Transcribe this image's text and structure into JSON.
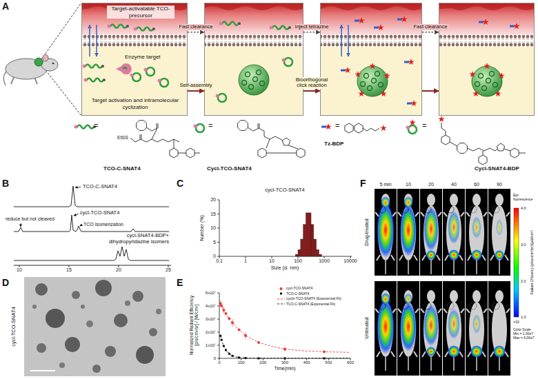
{
  "diagram": {
    "nodes": [
      {
        "text": [
          "Target-activatable TCO-precursor",
          "Enzyme target",
          "Target activation and intramolecular cyclization"
        ]
      },
      {
        "text": []
      },
      {
        "text": []
      },
      {
        "text": []
      }
    ],
    "edges": [
      {
        "from": 0,
        "to": 1,
        "label": "Fast clearance",
        "arrow": "to"
      },
      {
        "from": 1,
        "to": 2,
        "label": "Inject tetrazine",
        "arrow": "to"
      },
      {
        "from": 2,
        "to": 3,
        "label": "Fast clearance",
        "arrow": "to"
      },
      {
        "from": 0,
        "to": 1,
        "label": "Self-assembly",
        "arrow": "to"
      },
      {
        "from": 1,
        "to": 2,
        "label": "Bioorthogonal click reaction",
        "arrow": "to"
      },
      {
        "from": 2,
        "to": 3,
        "arrow": "to"
      }
    ],
    "labels": [
      "A",
      "EtSS",
      "=",
      "TCO-C-SNAT4",
      "=",
      "Cycl-TCO-SNAT4",
      "=",
      "Tz-BDP",
      "=",
      "Cycl-SNAT4-BDP",
      "B",
      "TCO-C-SNAT4",
      "cycl-TCO-SNAT4",
      "reduce but not cleaved",
      "TCO isomerization",
      "cycl-SNAT4-BDP+ dihydropyridazine isomers",
      "10",
      "15",
      "20",
      "25",
      "C",
      "cycl-TCO-SNAT4",
      "Number (%)",
      "0",
      "5",
      "10",
      "15",
      "20",
      "0.1",
      "1",
      "10",
      "100",
      "1000",
      "10000",
      "Size (d. nm)",
      "D",
      "cycl-TCO-SNAT4",
      "E",
      "Normalized Radiant Efficiency [p/s/cm²/sr] / [W/cm²]",
      "0",
      "1x10⁷",
      "2x10⁷",
      "3x10⁷",
      "4x10⁷",
      "5x10⁷",
      "0",
      "100",
      "200",
      "300",
      "400",
      "500",
      "600",
      "Time(min)",
      "F",
      "5 min",
      "10",
      "20",
      "40",
      "60",
      "90",
      "Drug-treated",
      "Untreated",
      "Epi-fluorescence",
      "4.0",
      "3.0",
      "2.0",
      "1.0",
      "×10⁷",
      "Radiant Efficiency (p/sec/cm²/sr)/(µW/cm²)",
      "Color Scale Min = 1.00e7 Max = 6.00e7"
    ],
    "legend": [
      {
        "text": "cycl-TCO-SNAT4"
      },
      {
        "text": "TCO-C-SNAT4"
      },
      {
        "text": "cycliz-TCO-SNAT4 (Exponential Fit)"
      },
      {
        "text": "TCO-C-SNAT4 (Exponential Fit)"
      }
    ]
  }
}
